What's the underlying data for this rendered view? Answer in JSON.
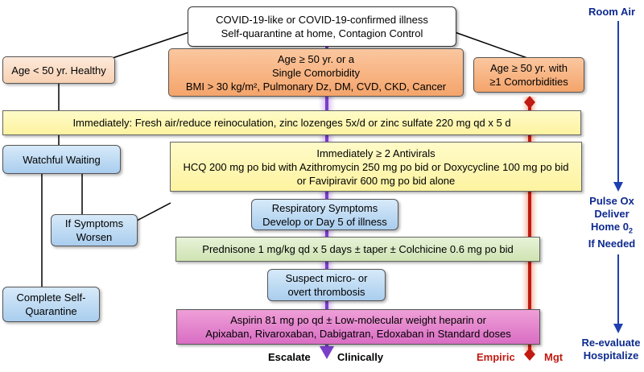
{
  "colors": {
    "escalate_arrow": "#7a3ec8",
    "empiric_arrow": "#c01a12",
    "side_arrow": "#1f3fb0",
    "side_text": "#0d2a8f"
  },
  "boxes": {
    "top": {
      "line1": "COVID-19-like or COVID-19-confirmed illness",
      "line2": "Self-quarantine at home, Contagion Control"
    },
    "healthy": "Age < 50 yr. Healthy",
    "single_comorbidity": {
      "line1": "Age ≥ 50 yr. or a",
      "line2": "Single Comorbidity",
      "line3": "BMI > 30 kg/m², Pulmonary Dz, DM, CVD, CKD, Cancer"
    },
    "multi_comorbidity": {
      "line1": "Age ≥ 50 yr. with",
      "line2": "≥1 Comorbidities"
    },
    "immediately_bar": "Immediately:  Fresh air/reduce reinoculation, zinc lozenges 5x/d or zinc sulfate 220 mg qd x 5 d",
    "watchful": "Watchful Waiting",
    "antivirals": {
      "line1": "Immediately ≥ 2 Antivirals",
      "line2": "HCQ 200 mg po bid with Azithromycin 250 mg po bid or Doxycycline 100 mg po bid",
      "line3": "or Favipiravir 600 mg po bid alone"
    },
    "if_worsen": {
      "line1": "If Symptoms",
      "line2": "Worsen"
    },
    "respiratory": {
      "line1": "Respiratory Symptoms",
      "line2": "Develop or Day 5 of illness"
    },
    "prednisone": "Prednisone 1 mg/kg qd x 5 days ± taper ± Colchicine 0.6 mg po bid",
    "thrombosis": {
      "line1": "Suspect micro- or",
      "line2": "overt thrombosis"
    },
    "complete": {
      "line1": "Complete Self-",
      "line2": "Quarantine"
    },
    "aspirin": {
      "line1": "Aspirin 81 mg po qd ± Low-molecular weight heparin or",
      "line2": "Apixaban, Rivaroxaban, Dabigatran, Edoxaban in Standard doses"
    }
  },
  "bottom_labels": {
    "escalate": "Escalate",
    "clinically": "Clinically",
    "empiric": "Empiric",
    "mgt": "Mgt"
  },
  "side_labels": {
    "room_air": "Room Air",
    "pulse_ox": [
      "Pulse Ox",
      "Deliver",
      "Home 0",
      "If Needed"
    ],
    "home_o2_subscript": "2",
    "reevaluate": [
      "Re-evaluate",
      "Hospitalize"
    ]
  }
}
